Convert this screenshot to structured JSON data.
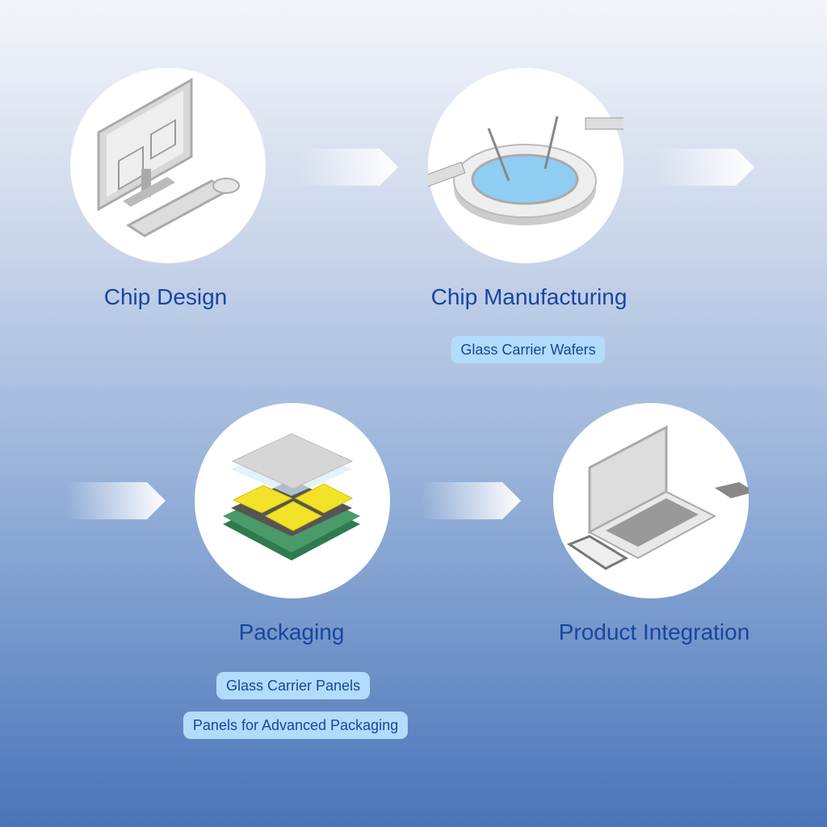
{
  "stages": [
    {
      "title": "Chip Design",
      "icon": "computer-workstation-icon",
      "tags": []
    },
    {
      "title": "Chip Manufacturing",
      "icon": "wafer-processing-icon",
      "tags": [
        "Glass Carrier Wafers"
      ]
    },
    {
      "title": "Packaging",
      "icon": "chip-package-stack-icon",
      "tags": [
        "Glass Carrier Panels",
        "Panels for Advanced Packaging"
      ]
    },
    {
      "title": "Product Integration",
      "icon": "laptop-devices-icon",
      "tags": []
    }
  ],
  "colors": {
    "title": "#1846a0",
    "badge_bg": "#b2dcfb",
    "bg_top": "#f3f5fa",
    "bg_bottom": "#4a74b9"
  }
}
